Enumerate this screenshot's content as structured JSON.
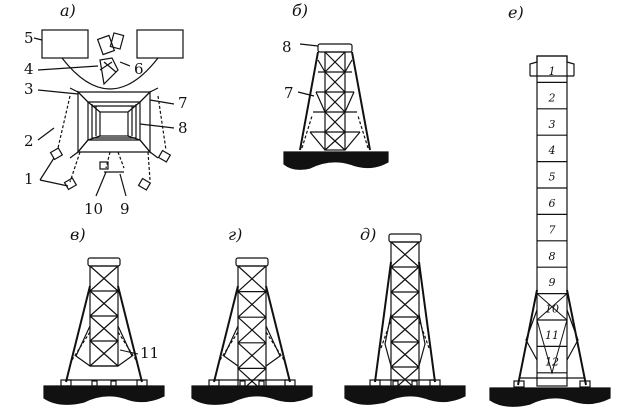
{
  "panels": {
    "a": "а)",
    "b": "б)",
    "v": "в)",
    "g": "г)",
    "d": "д)",
    "e": "е)"
  },
  "labels": {
    "n1": "1",
    "n2": "2",
    "n3": "3",
    "n4": "4",
    "n5": "5",
    "n6": "6",
    "n7": "7",
    "n8": "8",
    "n9": "9",
    "n10": "10",
    "n7b": "7",
    "n8b": "8",
    "n11": "11"
  },
  "sections": [
    "1",
    "2",
    "3",
    "4",
    "5",
    "6",
    "7",
    "8",
    "9",
    "10",
    "11",
    "12"
  ]
}
